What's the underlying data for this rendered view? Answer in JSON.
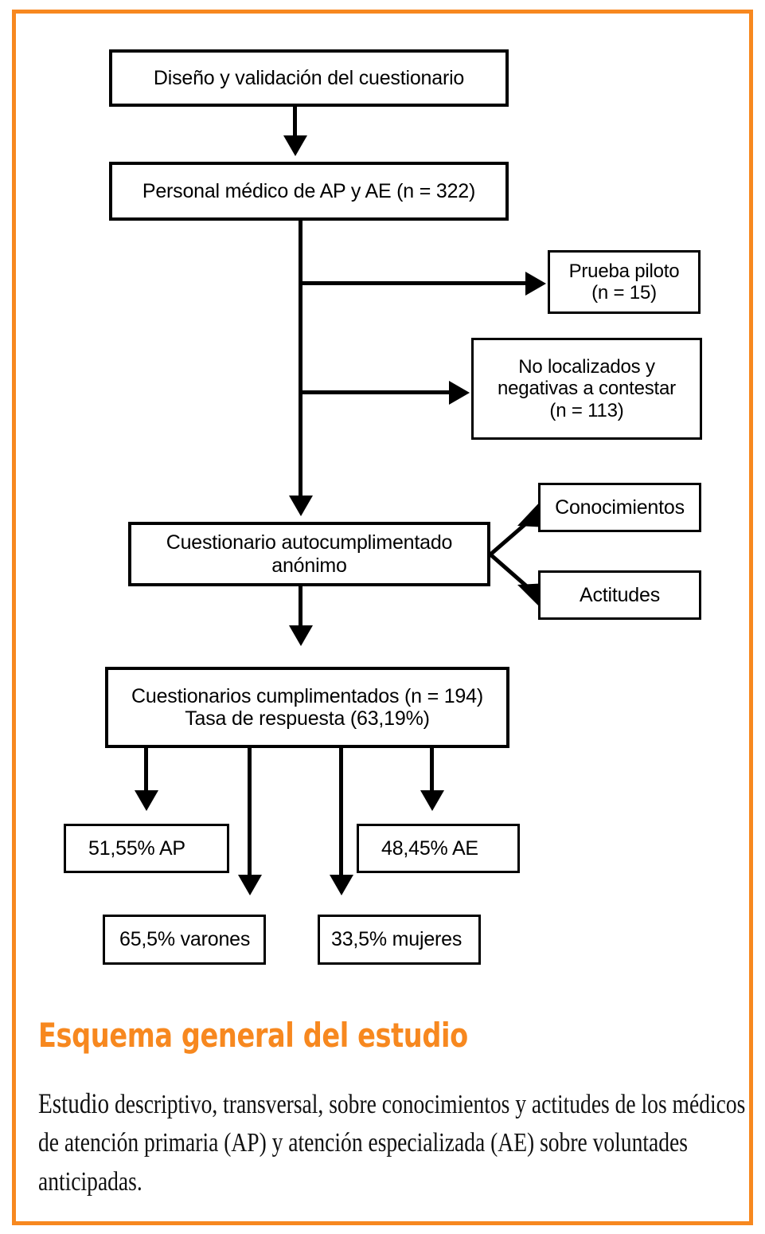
{
  "figure": {
    "frame_color": "#f7881f",
    "box_border_color": "#000000",
    "background": "#ffffff"
  },
  "flowchart": {
    "nodes": [
      {
        "id": "design",
        "label": "Diseño y validación del cuestionario"
      },
      {
        "id": "staff",
        "label": "Personal médico de AP y AE (n = 322)"
      },
      {
        "id": "pilot",
        "label": "Prueba piloto\n(n = 15)"
      },
      {
        "id": "nonresponse",
        "label": "No localizados y\nnegativas a contestar\n(n = 113)"
      },
      {
        "id": "questionnaire",
        "label": "Cuestionario autocumplimentado\nanónimo"
      },
      {
        "id": "knowledge",
        "label": "Conocimientos"
      },
      {
        "id": "attitudes",
        "label": "Actitudes"
      },
      {
        "id": "completed",
        "label": "Cuestionarios cumplimentados (n = 194)\nTasa de respuesta (63,19%)"
      },
      {
        "id": "ap",
        "label": "51,55% AP"
      },
      {
        "id": "ae",
        "label": "48,45% AE"
      },
      {
        "id": "men",
        "label": "65,5% varones"
      },
      {
        "id": "women",
        "label": "33,5% mujeres"
      }
    ],
    "edges": [
      {
        "from": "design",
        "to": "staff",
        "kind": "down"
      },
      {
        "from": "staff",
        "to": "pilot",
        "kind": "right"
      },
      {
        "from": "staff",
        "to": "nonresponse",
        "kind": "right"
      },
      {
        "from": "staff",
        "to": "questionnaire",
        "kind": "down"
      },
      {
        "from": "questionnaire",
        "to": "knowledge",
        "kind": "diagonal-up-right"
      },
      {
        "from": "questionnaire",
        "to": "attitudes",
        "kind": "diagonal-down-right"
      },
      {
        "from": "questionnaire",
        "to": "completed",
        "kind": "down"
      },
      {
        "from": "completed",
        "to": "ap",
        "kind": "down"
      },
      {
        "from": "completed",
        "to": "men",
        "kind": "down"
      },
      {
        "from": "completed",
        "to": "women",
        "kind": "down"
      },
      {
        "from": "completed",
        "to": "ae",
        "kind": "down"
      }
    ]
  },
  "caption": {
    "title": "Esquema general del estudio",
    "body_lead": "Estudio",
    "body_rest": " descriptivo, transversal, sobre conocimientos y actitudes de los médicos de atención primaria (AP) y atención especializada (AE) sobre voluntades anticipadas."
  }
}
